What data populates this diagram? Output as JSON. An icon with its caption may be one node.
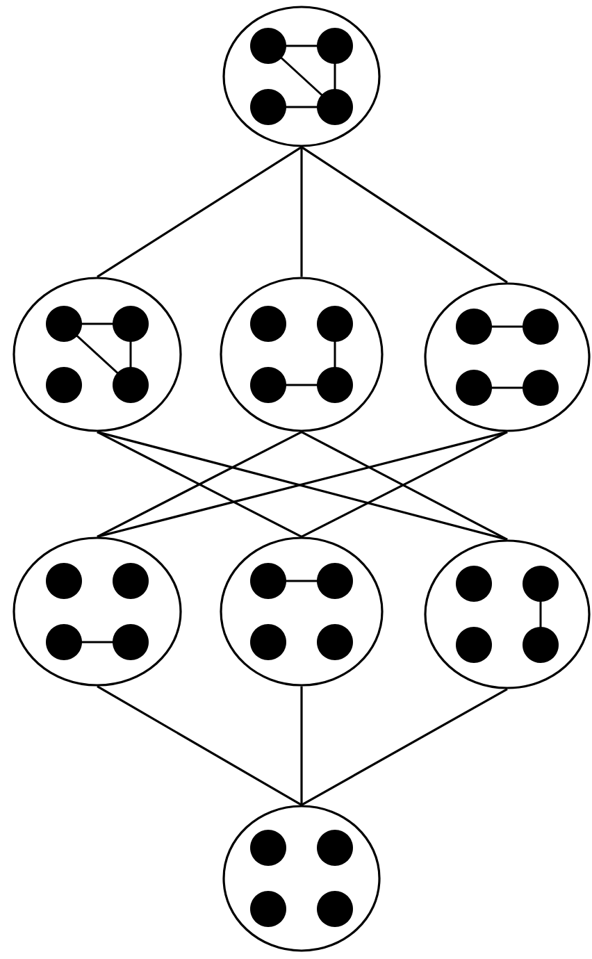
{
  "diagram": {
    "nodes": [
      {
        "text": [],
        "shape": "circle"
      },
      {
        "text": [],
        "shape": "circle"
      },
      {
        "text": [],
        "shape": "circle"
      },
      {
        "text": [],
        "shape": "circle"
      },
      {
        "text": [],
        "shape": "circle"
      },
      {
        "text": [],
        "shape": "circle"
      },
      {
        "text": [],
        "shape": "circle"
      },
      {
        "text": [],
        "shape": "circle"
      }
    ],
    "edges": [
      {
        "from": 0,
        "to": 1,
        "arrow": "none"
      },
      {
        "from": 0,
        "to": 2,
        "arrow": "none"
      },
      {
        "from": 0,
        "to": 3,
        "arrow": "none"
      },
      {
        "from": 1,
        "to": 5,
        "arrow": "none"
      },
      {
        "from": 1,
        "to": 6,
        "arrow": "none"
      },
      {
        "from": 2,
        "to": 4,
        "arrow": "none"
      },
      {
        "from": 2,
        "to": 6,
        "arrow": "none"
      },
      {
        "from": 3,
        "to": 4,
        "arrow": "none"
      },
      {
        "from": 3,
        "to": 5,
        "arrow": "none"
      },
      {
        "from": 4,
        "to": 7,
        "arrow": "none"
      },
      {
        "from": 5,
        "to": 7,
        "arrow": "none"
      },
      {
        "from": 6,
        "to": 7,
        "arrow": "none"
      }
    ]
  }
}
